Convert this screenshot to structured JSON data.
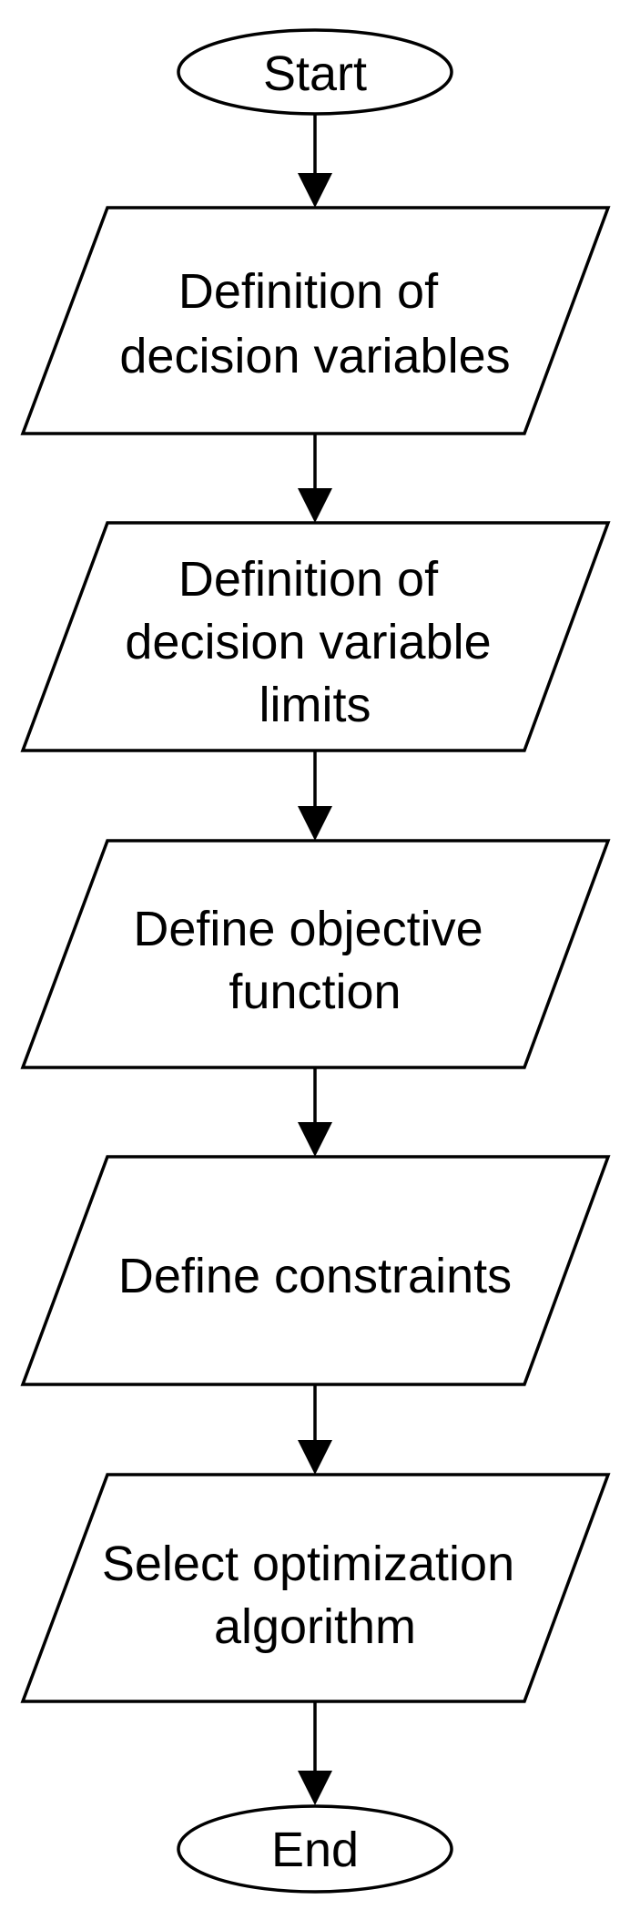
{
  "flowchart": {
    "start": "Start",
    "steps": [
      {
        "lines": [
          "Definition of",
          "decision variables"
        ]
      },
      {
        "lines": [
          "Definition of",
          "decision variable",
          "limits"
        ]
      },
      {
        "lines": [
          "Define objective",
          "function"
        ]
      },
      {
        "lines": [
          "Define constraints"
        ]
      },
      {
        "lines": [
          "Select optimization",
          "algorithm"
        ]
      }
    ],
    "end": "End"
  },
  "colors": {
    "stroke": "#000000",
    "fill": "#ffffff",
    "text": "#000000"
  }
}
